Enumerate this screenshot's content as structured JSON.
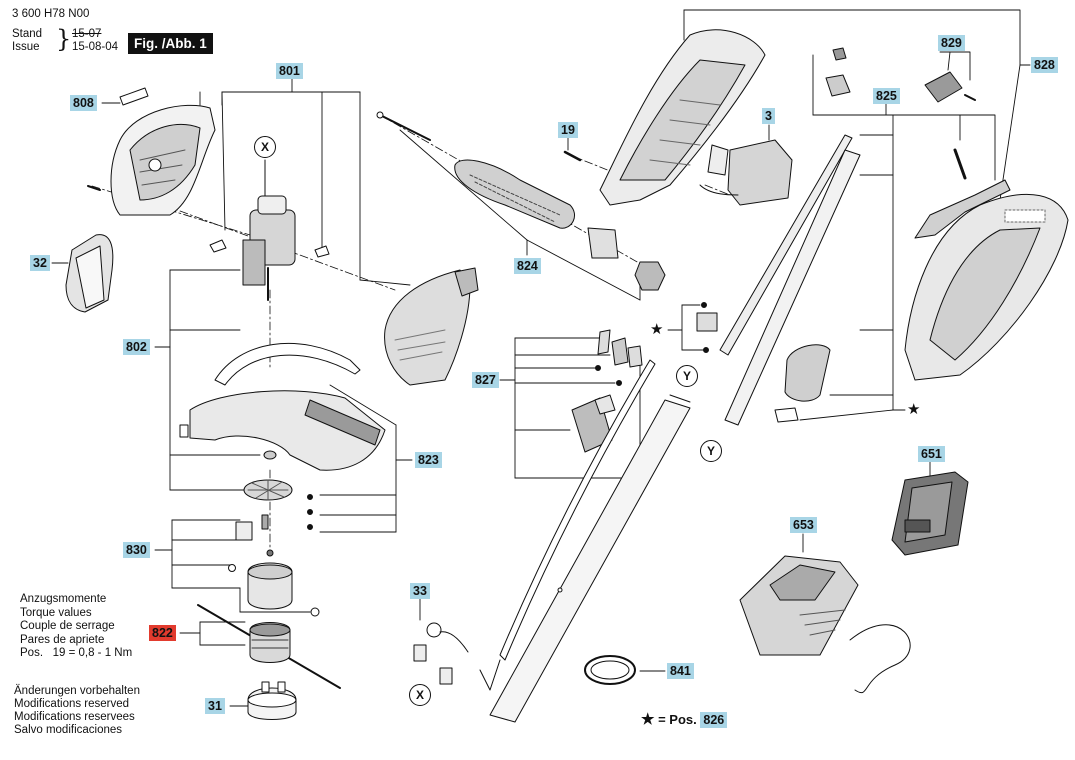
{
  "header": {
    "doc_number": "3 600 H78 N00",
    "stand_label": "Stand",
    "issue_label": "Issue",
    "stand_value": "15-07",
    "issue_value": "15-08-04",
    "figure_label": "Fig. /Abb. 1"
  },
  "parts": {
    "p801": "801",
    "p808": "808",
    "p32": "32",
    "p802": "802",
    "p823": "823",
    "p830": "830",
    "p822": "822",
    "p31": "31",
    "p824": "824",
    "p19": "19",
    "p3": "3",
    "p829": "829",
    "p828": "828",
    "p825": "825",
    "p827": "827",
    "p651": "651",
    "p653": "653",
    "p33": "33",
    "p841": "841",
    "p826": "826"
  },
  "ref_circles": {
    "x": "X",
    "y": "Y"
  },
  "torque": {
    "line1": "Anzugsmomente",
    "line2": "Torque values",
    "line3": "Couple de serrage",
    "line4": "Pares de apriete",
    "spec": "Pos.   19 = 0,8 - 1 Nm"
  },
  "notes": {
    "line1": "Änderungen vorbehalten",
    "line2": "Modifications reserved",
    "line3": "Modifications reservees",
    "line4": "Salvo modificaciones"
  },
  "star_note": {
    "star": "★",
    "text": "= Pos."
  },
  "colors": {
    "callout_bg": "#a8d5e6",
    "callout_highlight": "#e23b2e"
  }
}
